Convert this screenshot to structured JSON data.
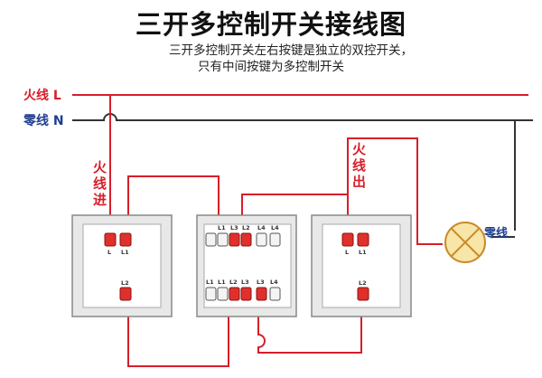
{
  "title": "三开多控制开关接线图",
  "subtitle_line1": "三开多控制开关左右按键是独立的双控开关，",
  "subtitle_line2": "只有中间按键为多控制开关",
  "labels": {
    "live_line": "火线 L",
    "neutral_line": "零线 N",
    "live_in": [
      "火",
      "线",
      "进"
    ],
    "live_out": [
      "火",
      "线",
      "出"
    ],
    "lamp_neutral": "零线"
  },
  "switches": {
    "left": {
      "top_terminals": [
        "L",
        "L1"
      ],
      "bottom_terminals": [
        "L2"
      ]
    },
    "middle": {
      "top_terminals": [
        "L1",
        "L2",
        "L3",
        "L4",
        "L4"
      ],
      "bottom_terminals": [
        "L1",
        "L1",
        "L2",
        "L3",
        "L3",
        "L4"
      ]
    },
    "right": {
      "top_terminals": [
        "L",
        "L1"
      ],
      "bottom_terminals": [
        "L2"
      ]
    }
  },
  "colors": {
    "wire_red": "#d81e2a",
    "wire_dark": "#333333",
    "terminal_red": "#e0302c",
    "lamp": "#f5c842",
    "live_text": "#d81e2a",
    "neutral_text": "#1f3f8f"
  }
}
